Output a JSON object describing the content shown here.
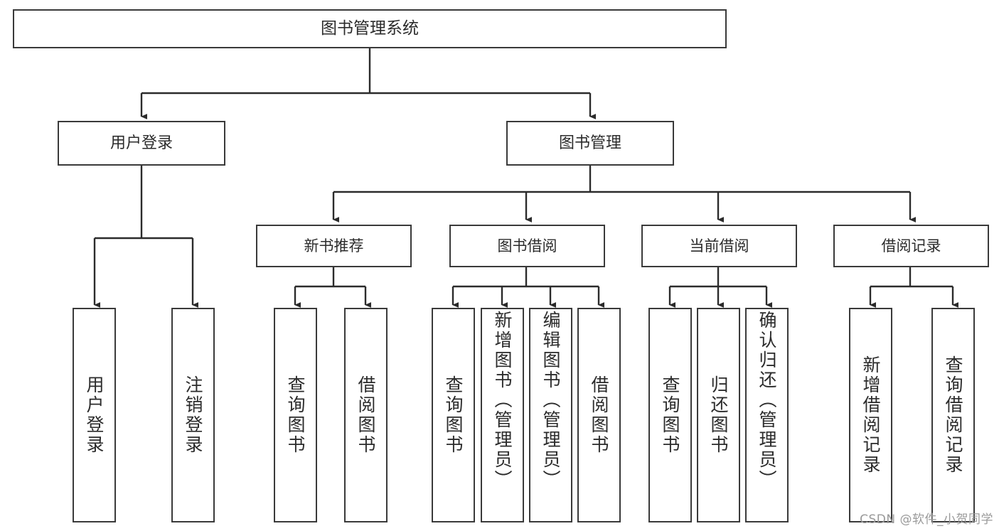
{
  "diagram": {
    "title": "图书管理系统",
    "type": "tree",
    "watermark": "CSDN @软件_小贺同学",
    "root": {
      "label": "图书管理系统"
    },
    "level2": [
      {
        "label": "用户登录"
      },
      {
        "label": "图书管理"
      }
    ],
    "level3": [
      {
        "label": "新书推荐"
      },
      {
        "label": "图书借阅"
      },
      {
        "label": "当前借阅"
      },
      {
        "label": "借阅记录"
      }
    ],
    "leaves": {
      "user_login": [
        {
          "label": "用户登录"
        },
        {
          "label": "注销登录"
        }
      ],
      "new_book_recommend": [
        {
          "label": "查询图书"
        },
        {
          "label": "借阅图书"
        }
      ],
      "book_borrow": [
        {
          "label": "查询图书"
        },
        {
          "label": "新增图书（管理员）"
        },
        {
          "label": "编辑图书（管理员）"
        },
        {
          "label": "借阅图书"
        }
      ],
      "current_borrow": [
        {
          "label": "查询图书"
        },
        {
          "label": "归还图书"
        },
        {
          "label": "确认归还（管理员）"
        }
      ],
      "borrow_record": [
        {
          "label": "新增借阅记录"
        },
        {
          "label": "查询借阅记录"
        }
      ]
    },
    "colors": {
      "box_border": "#3a3a3a",
      "box_fill": "#ffffff",
      "connector": "#2b2b2b",
      "text": "#2b2b2b",
      "watermark": "#9a9a9a"
    }
  }
}
